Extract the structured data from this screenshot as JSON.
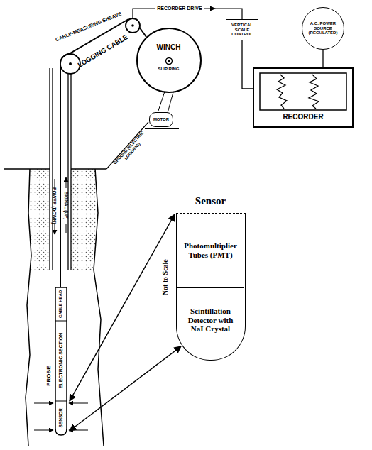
{
  "diagram": {
    "nodes": [
      {
        "text": [
          "VERTICAL SCALE CONTROL"
        ]
      },
      {
        "text": [
          "A.C. POWER SOURCE (REGULATED)"
        ]
      },
      {
        "text": [
          "RECORDER"
        ]
      },
      {
        "text": [
          "WINCH",
          "SLIP RING"
        ]
      },
      {
        "text": [
          "MOTOR"
        ]
      },
      {
        "text": [
          "Sensor",
          "Not to Scale"
        ]
      },
      {
        "text": [
          "Photomultiplier Tubes (PMT)"
        ],
        "in": 5
      },
      {
        "text": [
          "Scintillation Detector with NaI Crystal"
        ],
        "in": 5
      }
    ],
    "edges": [
      {
        "from": 0,
        "to": 2,
        "arrow": "none"
      },
      {
        "from": 1,
        "to": 2,
        "arrow": "none"
      }
    ],
    "labels": [
      "RECORDER DRIVE",
      "CABLE-MEASURING SHEAVE",
      "LOGGING CABLE",
      "GROUND (ELECTRIC LOGGING)",
      "POWER (DOWN)",
      "SIGNAL (UP)",
      "CABLE HEAD",
      "PROBE",
      "ELECTRONIC SECTION",
      "SENSOR"
    ]
  }
}
